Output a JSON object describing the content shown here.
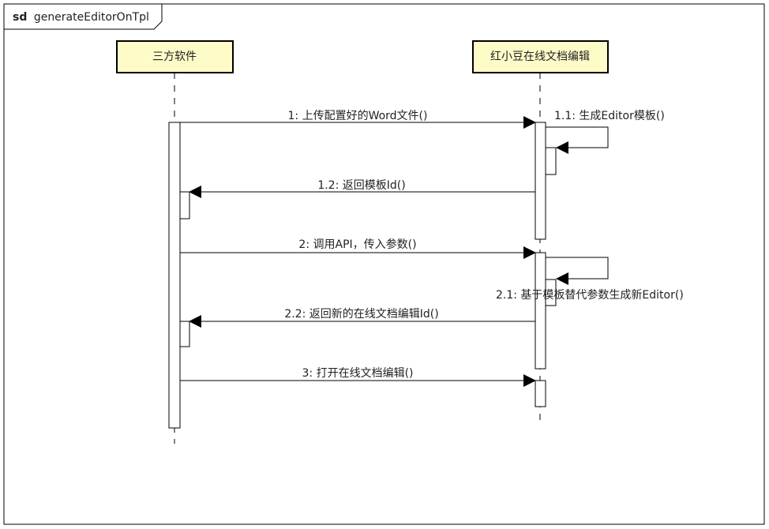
{
  "frame": {
    "keyword": "sd",
    "name": "generateEditorOnTpl"
  },
  "colors": {
    "lifeline_fill": "#fdfbc8",
    "line": "#000000",
    "activation_fill": "#ffffff"
  },
  "lifelines": [
    {
      "id": "third",
      "label": "三方软件"
    },
    {
      "id": "editor",
      "label": "红小豆在线文档编辑"
    }
  ],
  "messages": [
    {
      "label": "1: 上传配置好的Word文件()"
    },
    {
      "label": "1.1: 生成Editor模板()"
    },
    {
      "label": "1.2: 返回模板Id()"
    },
    {
      "label": "2: 调用API，传入参数()"
    },
    {
      "label": "2.1: 基于模板替代参数生成新Editor()"
    },
    {
      "label": "2.2: 返回新的在线文档编辑Id()"
    },
    {
      "label": "3: 打开在线文档编辑()"
    }
  ]
}
